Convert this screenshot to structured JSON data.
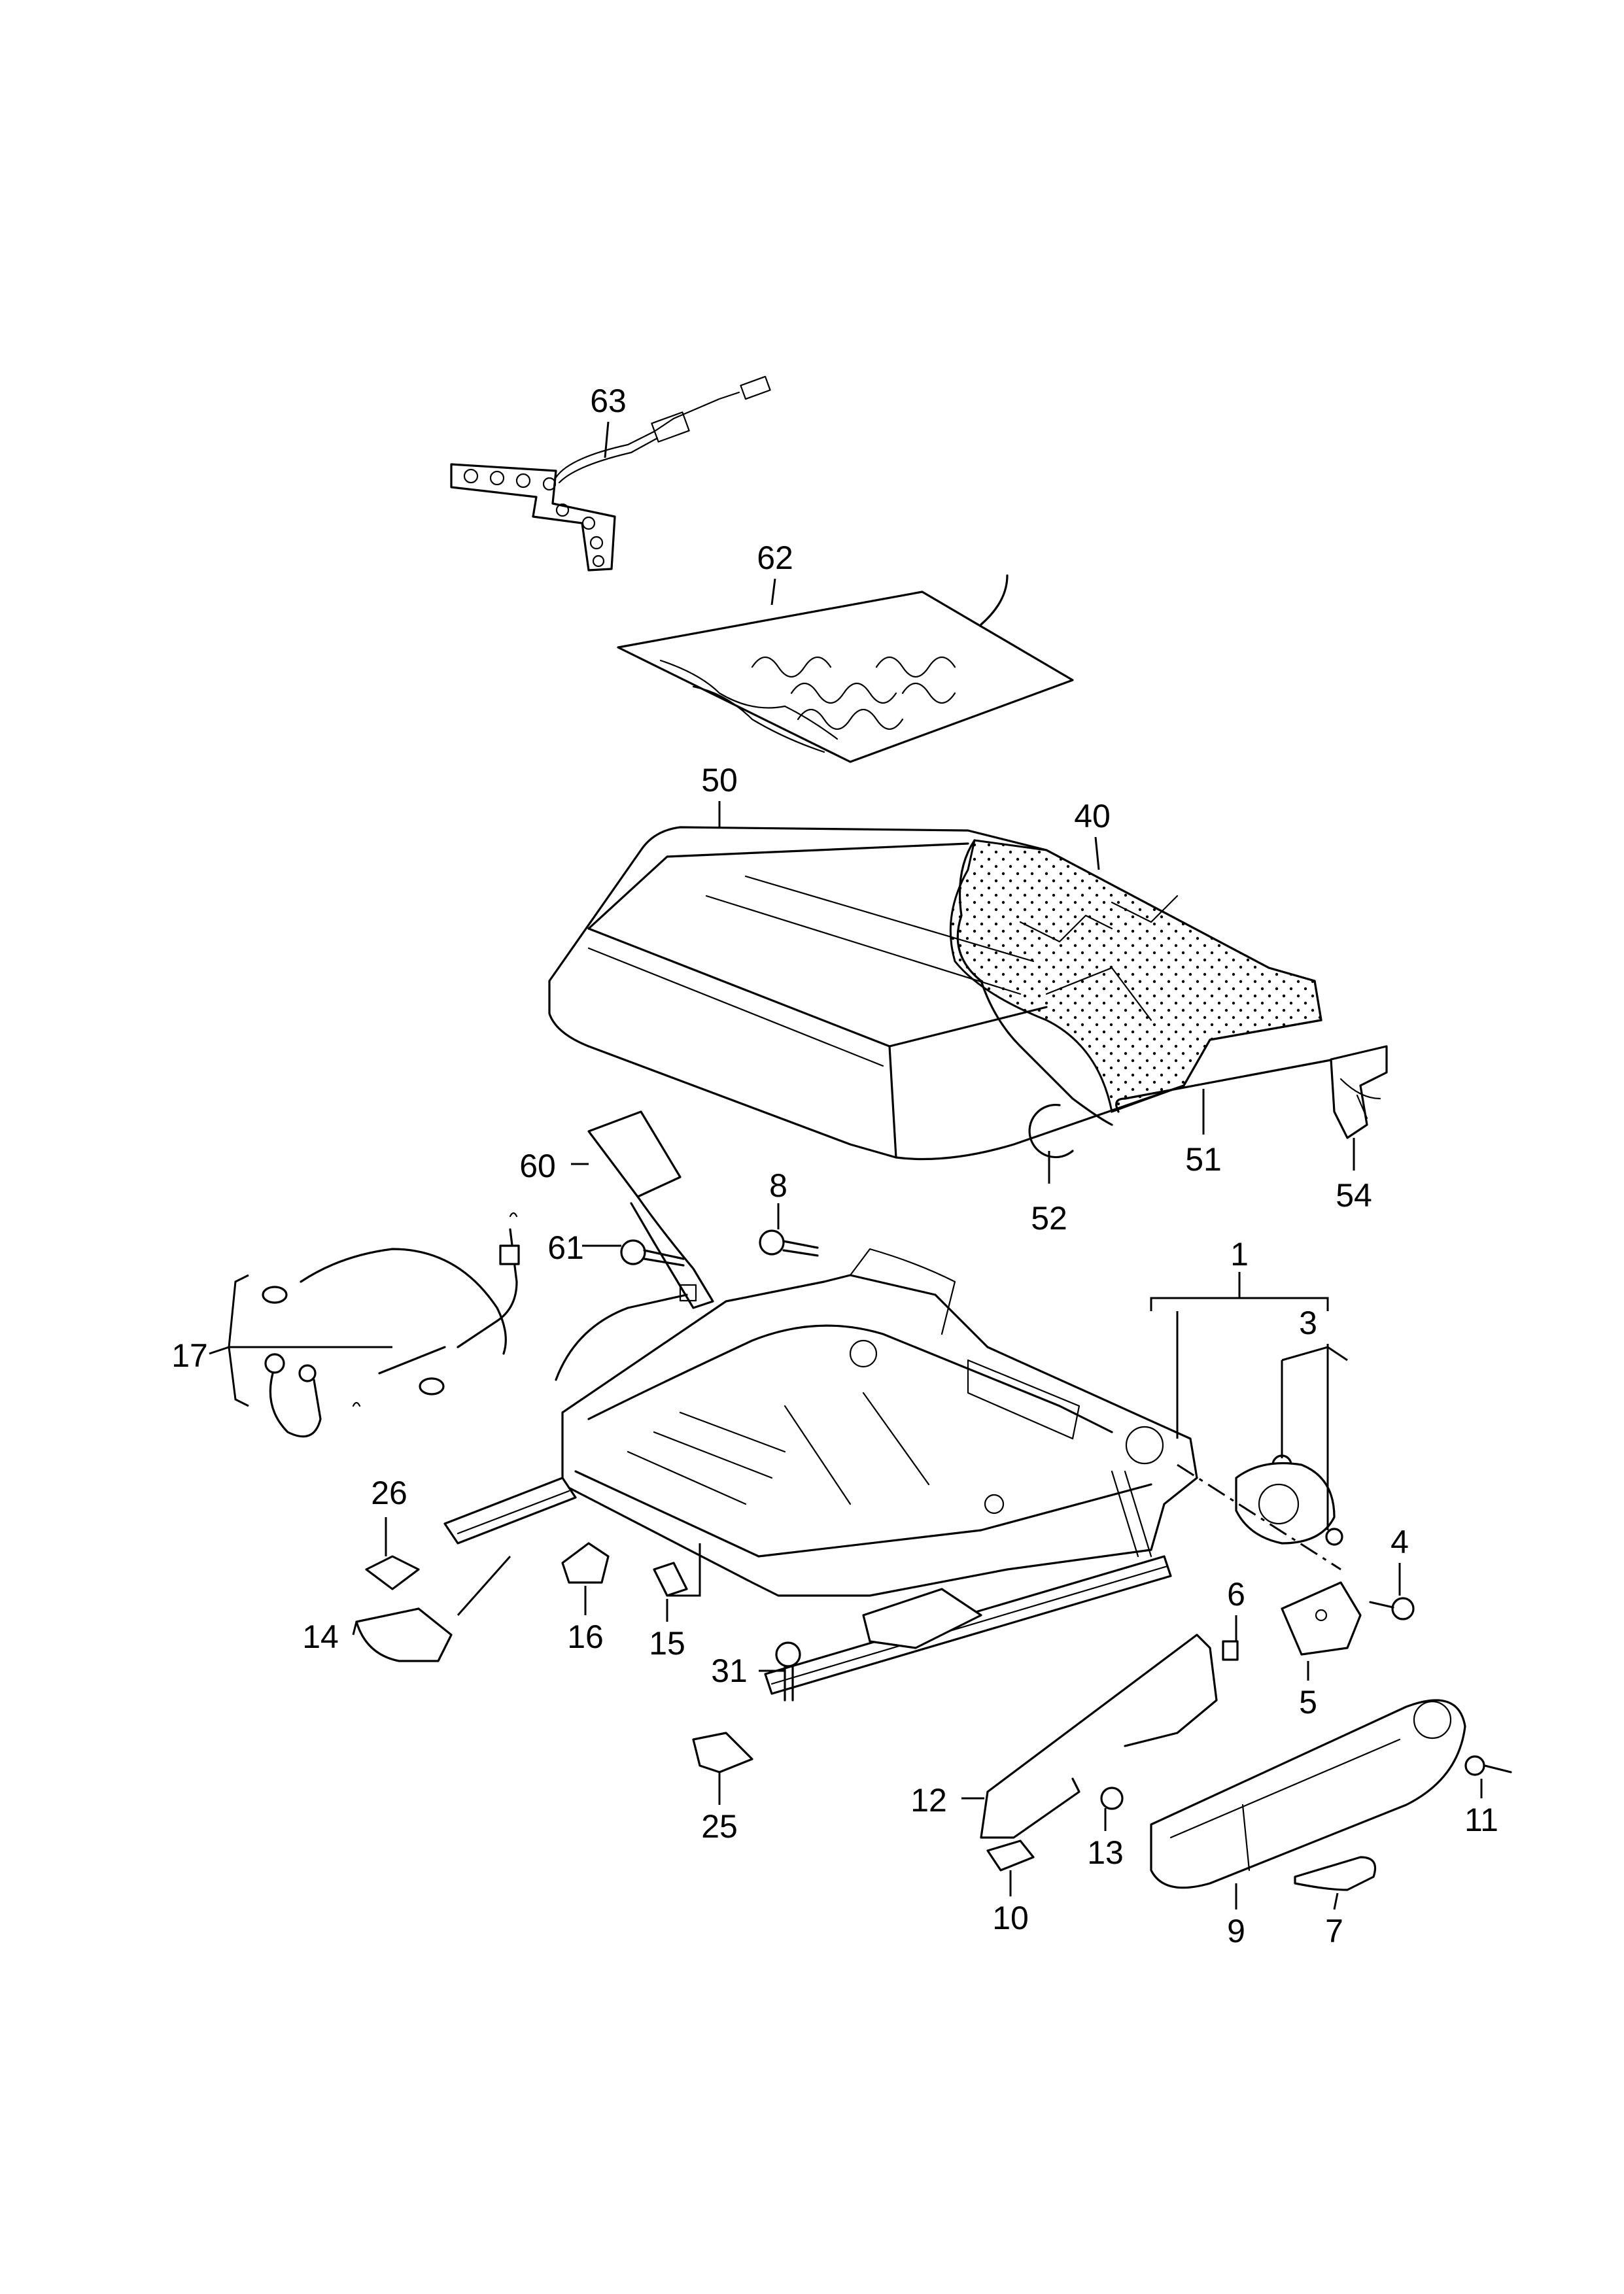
{
  "diagram": {
    "callouts": [
      "1",
      "3",
      "4",
      "5",
      "6",
      "7",
      "8",
      "9",
      "10",
      "11",
      "12",
      "13",
      "14",
      "15",
      "16",
      "17",
      "25",
      "26",
      "31",
      "40",
      "50",
      "51",
      "52",
      "54",
      "60",
      "61",
      "62",
      "63"
    ],
    "colors": {
      "line": "#000000",
      "background": "#ffffff"
    }
  }
}
